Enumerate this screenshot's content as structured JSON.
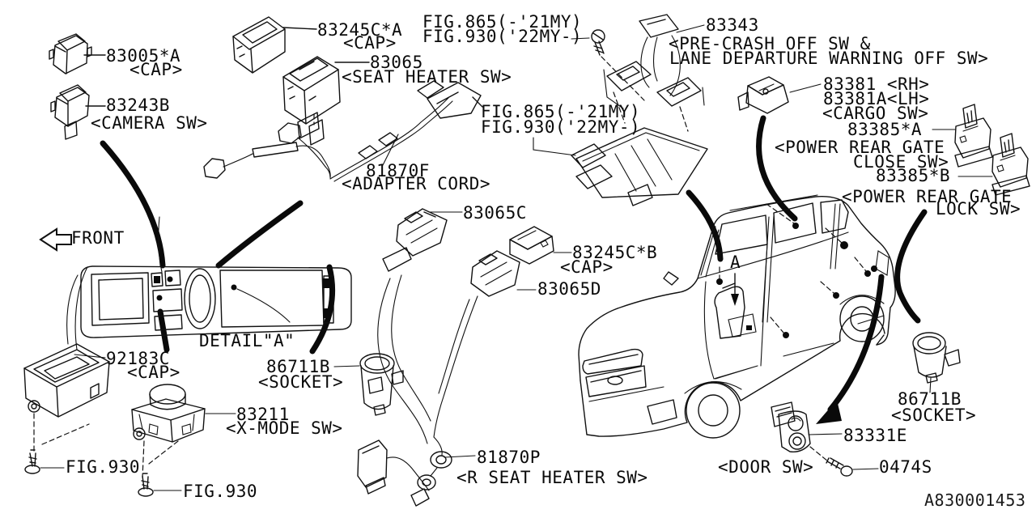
{
  "diagram": {
    "doc_number": "A830001453",
    "front": "FRONT",
    "detail_a": "DETAIL\"A\"",
    "section_marker": "A"
  },
  "callouts": {
    "cap_83005": {
      "code": "83005*A",
      "name": "<CAP>"
    },
    "camera_sw": {
      "code": "83243B",
      "name": "<CAMERA SW>"
    },
    "cap_83245c_a": {
      "code": "83245C*A",
      "name": "<CAP>"
    },
    "seat_heater_sw": {
      "code": "83065",
      "name": "<SEAT HEATER SW>"
    },
    "fig_ref_top": {
      "line1": "FIG.865(-'21MY)",
      "line2": "FIG.930('22MY-)"
    },
    "fig_ref_mid": {
      "line1": "FIG.865(-'21MY)",
      "line2": "FIG.930('22MY-)"
    },
    "pre_crash_sw": {
      "code": "83343",
      "name_line1": "<PRE-CRASH OFF SW &",
      "name_line2": "LANE DEPARTURE WARNING OFF SW>"
    },
    "cargo_sw": {
      "code_rh": "83381 <RH>",
      "code_lh": "83381A<LH>",
      "name": "<CARGO SW>"
    },
    "rear_gate_close_sw": {
      "code": "83385*A",
      "name_line1": "<POWER REAR GATE",
      "name_line2": "CLOSE SW>"
    },
    "rear_gate_lock_sw": {
      "code": "83385*B",
      "name_line1": "<POWER REAR GATE",
      "name_line2": "LOCK SW>"
    },
    "adapter_cord": {
      "code": "81870F",
      "name": "<ADAPTER CORD>"
    },
    "connector_83065c": {
      "code": "83065C"
    },
    "cap_83245c_b": {
      "code": "83245C*B",
      "name": "<CAP>"
    },
    "connector_83065d": {
      "code": "83065D"
    },
    "cap_92183c": {
      "code": "92183C",
      "name": "<CAP>"
    },
    "socket_left": {
      "code": "86711B",
      "name": "<SOCKET>"
    },
    "x_mode_sw": {
      "code": "83211",
      "name": "<X-MODE SW>"
    },
    "fig_930_left": {
      "code": "FIG.930"
    },
    "fig_930_center": {
      "code": "FIG.930"
    },
    "r_seat_heater_sw": {
      "code": "81870P",
      "name": "<R SEAT HEATER SW>"
    },
    "socket_right": {
      "code": "86711B",
      "name": "<SOCKET>"
    },
    "door_sw": {
      "code": "83331E",
      "name": "<DOOR SW>"
    },
    "screw_0474s": {
      "code": "0474S"
    }
  }
}
